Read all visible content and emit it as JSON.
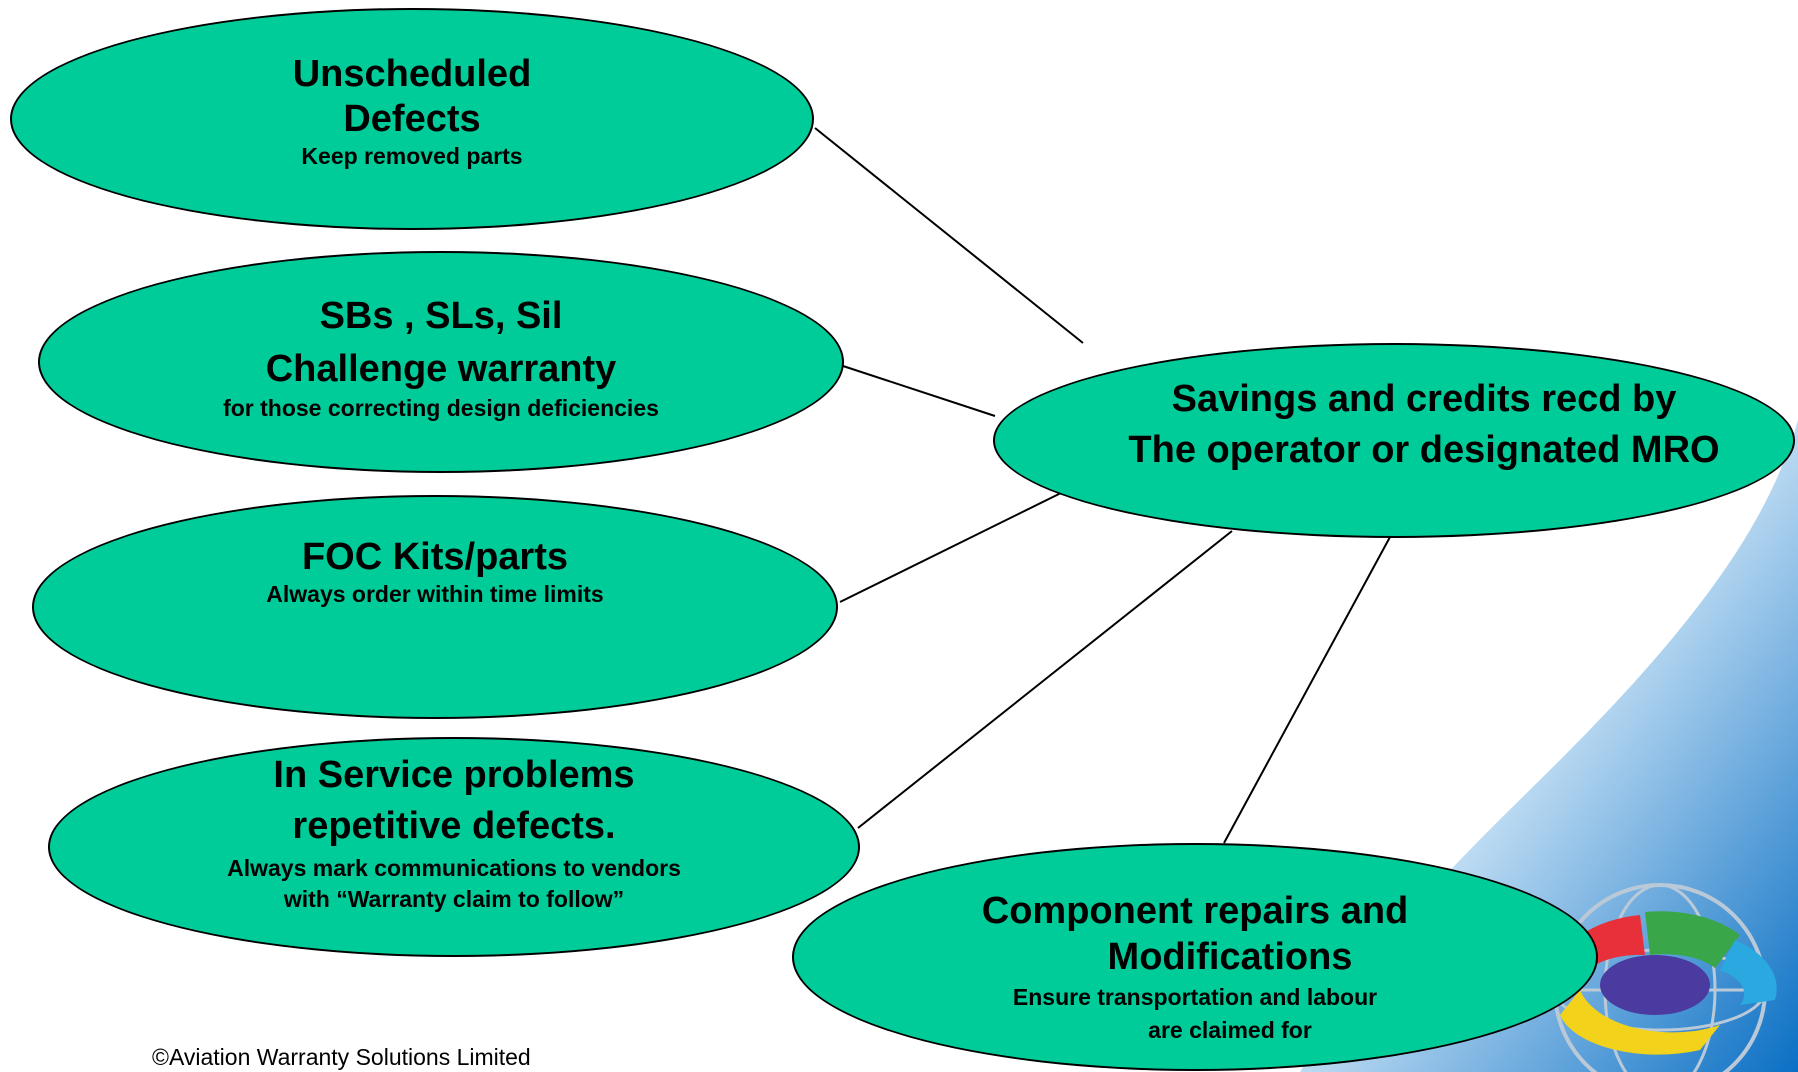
{
  "colors": {
    "ellipse_fill": "#00cc99",
    "ellipse_stroke": "#000000",
    "corner_blue": "#0a7fd0"
  },
  "nodes": {
    "unscheduled": {
      "title_1": "Unscheduled",
      "title_2": "Defects",
      "sub_1": "Keep removed parts"
    },
    "sbs": {
      "title_1": "SBs , SLs, Sil",
      "title_2": "Challenge warranty",
      "sub_1": "for those correcting design deficiencies"
    },
    "foc": {
      "title_1": "FOC Kits/parts",
      "sub_1": "Always order within time limits"
    },
    "inservice": {
      "title_1": "In Service problems",
      "title_2": "repetitive defects.",
      "sub_1": "Always mark communications to vendors",
      "sub_2": "with “Warranty claim to follow”"
    },
    "savings": {
      "title_1": "Savings and credits recd by",
      "title_2": "The operator or designated MRO"
    },
    "component": {
      "title_1": "Component repairs and",
      "title_2": "Modifications",
      "sub_1": "Ensure transportation and labour",
      "sub_2": "are claimed for"
    }
  },
  "footer": {
    "copyright": "©Aviation Warranty Solutions Limited"
  },
  "decor": {
    "logo_icon": "globe-puzzle-icon"
  }
}
